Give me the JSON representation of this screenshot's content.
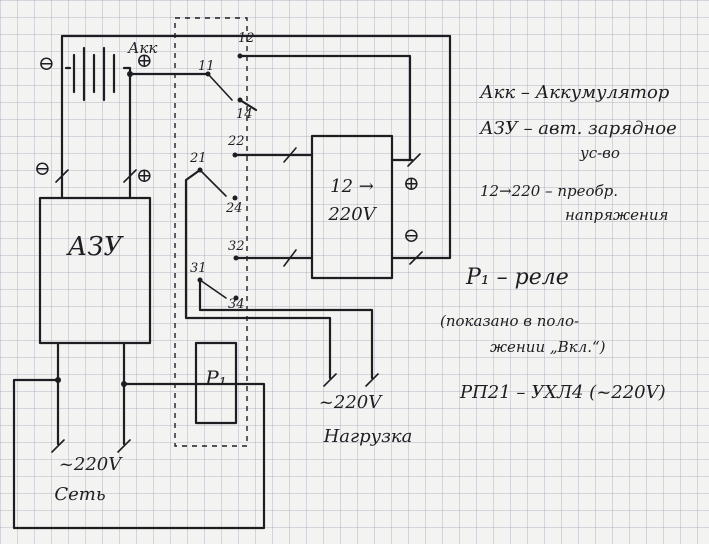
{
  "battery": {
    "label": "Акк",
    "minus": "⊖",
    "plus": "⊕"
  },
  "charger": {
    "label": "АЗУ",
    "minus": "⊖",
    "plus": "⊕"
  },
  "inverter": {
    "label_top": "12 →",
    "label_bottom": "220V",
    "plus": "⊕",
    "minus": "⊖"
  },
  "relay": {
    "label": "P₁"
  },
  "contacts": [
    "11",
    "12",
    "14",
    "21",
    "22",
    "24",
    "31",
    "32",
    "34"
  ],
  "load": {
    "voltage": "~220V",
    "label": "Нагрузка"
  },
  "mains": {
    "voltage": "~220V",
    "label": "Сеть"
  },
  "legend": {
    "line1": "Акк – Аккумулятор",
    "line2a": "АЗУ – авт. зарядное",
    "line2b": "ус-во",
    "line3a": "12→220 – преобр.",
    "line3b": "напряжения",
    "line4": "P₁ – реле",
    "line5a": "(показано в поло-",
    "line5b": "жении „Вкл.“)",
    "line6": "РП21 – УХЛ4 (~220V)"
  }
}
